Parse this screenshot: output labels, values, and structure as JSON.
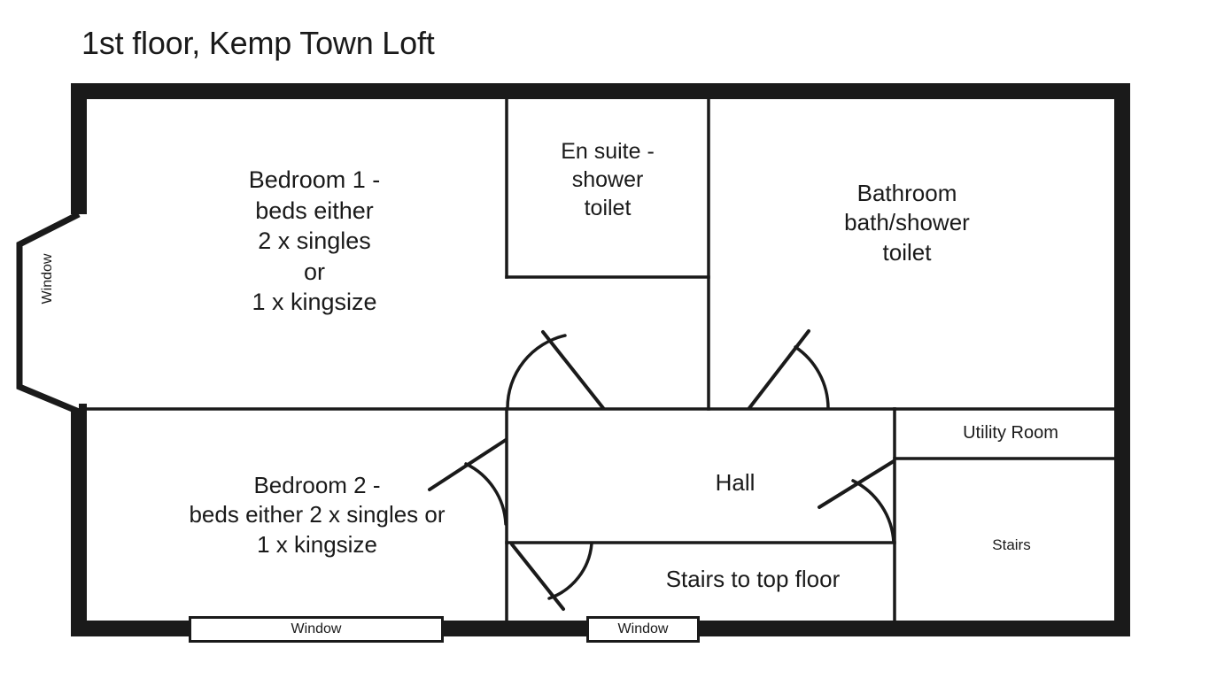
{
  "page": {
    "title": "1st floor, Kemp Town Loft",
    "background_color": "#ffffff",
    "wall_color": "#1a1a1a",
    "interior_color": "#ffffff"
  },
  "rooms": {
    "bedroom1": {
      "label": "Bedroom 1 -\nbeds either\n2 x singles\nor\n1 x kingsize"
    },
    "ensuite": {
      "label": "En suite -\nshower\ntoilet"
    },
    "bathroom": {
      "label": "Bathroom\nbath/shower\ntoilet"
    },
    "bedroom2": {
      "label": "Bedroom 2 -\nbeds either 2 x singles or\n1 x kingsize"
    },
    "hall": {
      "label": "Hall"
    },
    "stairs_to_top_floor": {
      "label": "Stairs to top floor"
    },
    "utility_room": {
      "label": "Utility Room"
    },
    "stairs": {
      "label": "Stairs"
    }
  },
  "windows": {
    "bay_left": {
      "label": "Window"
    },
    "bedroom2_bottom": {
      "label": "Window"
    },
    "hall_bottom": {
      "label": "Window"
    }
  }
}
